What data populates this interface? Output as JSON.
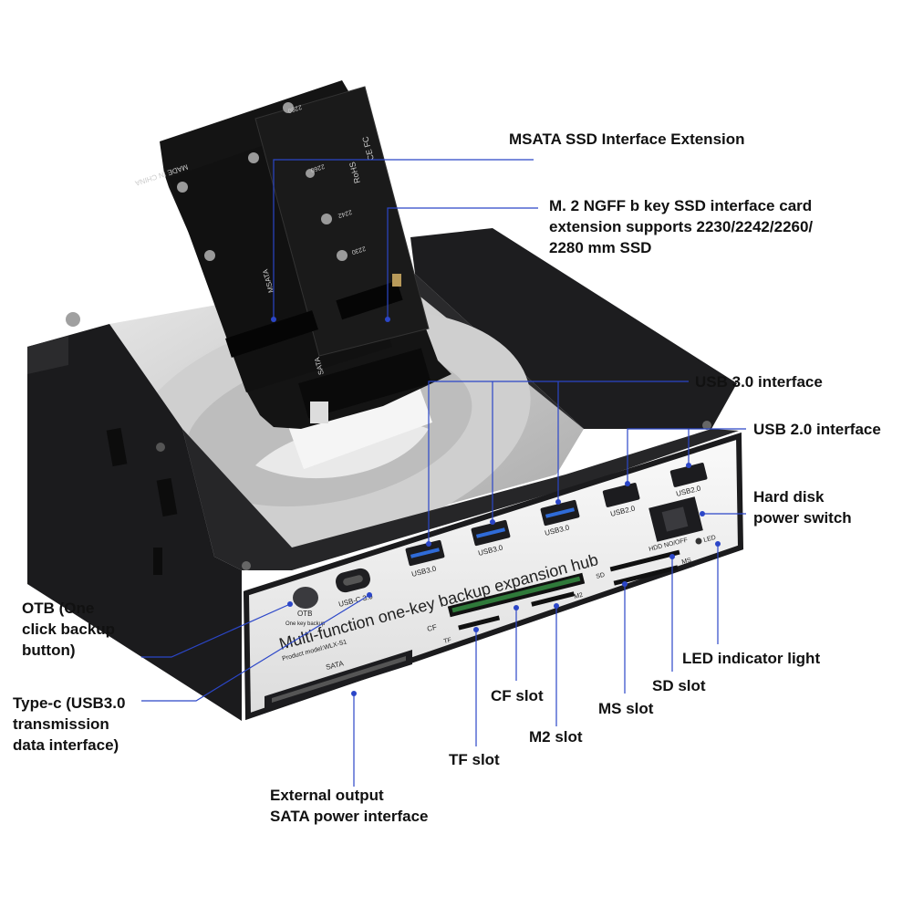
{
  "product": {
    "title": "Multi-function one-key backup expansion hub",
    "model": "Product model:WLX-S1",
    "ports": {
      "otb": "OTB",
      "otb_sub": "One key backup",
      "usbc": "USB-C 3.0",
      "usb3": "USB3.0",
      "usb2": "USB2.0",
      "hdd_switch": "HDD NO/OFF",
      "led": "LED",
      "sd": "SD",
      "ms": "MS",
      "cf": "CF",
      "tf": "TF",
      "m2": "M2",
      "sata": "SATA"
    }
  },
  "card": {
    "msata": "MSATA",
    "sata": "SATA",
    "made": "MADE IN CHINA",
    "rohs": "RoHS",
    "ce": "CE FC",
    "sizes": [
      "2230",
      "2242",
      "2260",
      "2280"
    ]
  },
  "callouts": {
    "msata": "MSATA SSD Interface Extension",
    "m2_card": "M. 2 NGFF b key SSD interface card\nextension supports 2230/2242/2260/\n2280 mm SSD",
    "usb3": "USB 3.0 interface",
    "usb2": "USB 2.0 interface",
    "hdd_switch": "Hard disk\npower switch",
    "led": "LED indicator light",
    "sd": "SD slot",
    "ms": "MS slot",
    "cf": "CF slot",
    "m2": "M2 slot",
    "tf": "TF slot",
    "sata": "External output\nSATA power interface",
    "otb": "OTB (One\nclick backup\nbutton)",
    "typec": "Type-c (USB3.0\ntransmission\ndata interface)"
  },
  "colors": {
    "line": "#2b46c8",
    "frame": "#1b1b1d",
    "panel": "#f2f2f0",
    "card": "#141414"
  }
}
